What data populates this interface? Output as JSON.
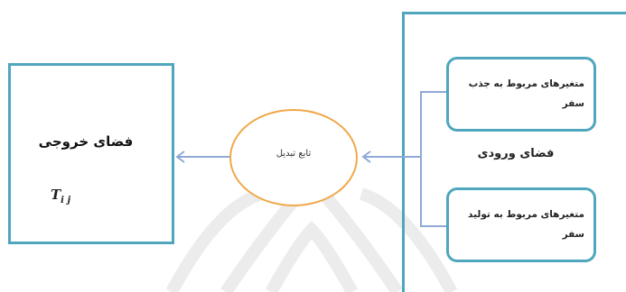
{
  "diagram": {
    "output_box": {
      "label": "فضای خروجی",
      "formula_main": "T",
      "formula_sub": "i j"
    },
    "transfer": {
      "label": "تابع تبدیل"
    },
    "input_box": {
      "label": "فضای ورودی",
      "variables": [
        {
          "line1": "متغیرهای مربوط به جذب",
          "line2": "سفر"
        },
        {
          "line1": "متغیرهای مربوط به تولید",
          "line2": "سفر"
        }
      ]
    },
    "colors": {
      "box_border": "#4fa6bd",
      "ellipse_border": "#f0a84a",
      "arrow": "#8fa9d6",
      "watermark": "#ececec"
    }
  }
}
